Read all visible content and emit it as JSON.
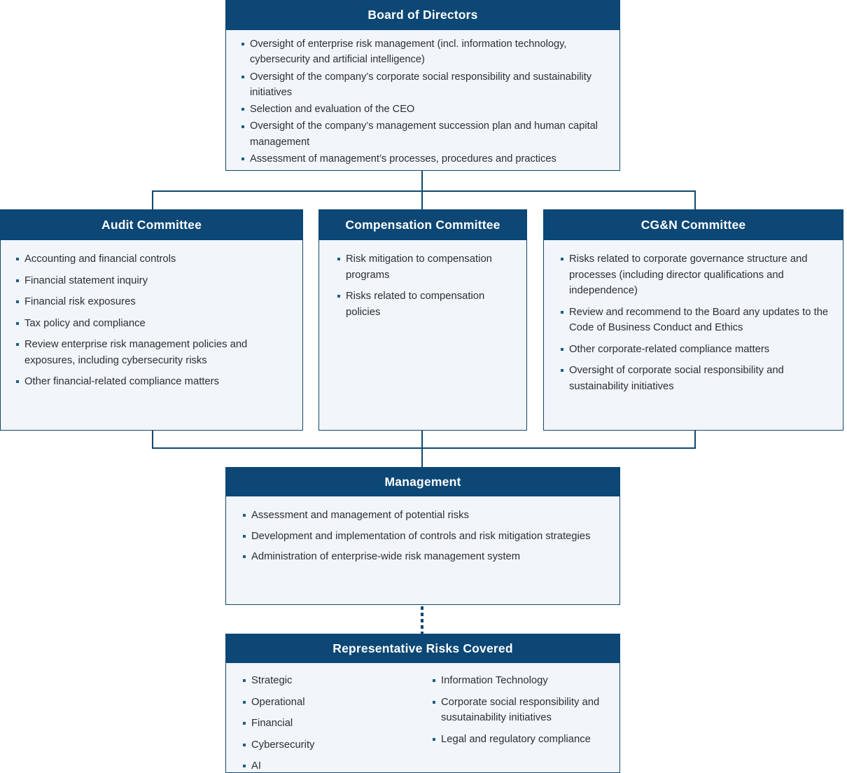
{
  "colors": {
    "header_blue": "#0c4775",
    "body_bg": "#f2f5fa",
    "border": "#12486f",
    "bullet": "#1b5f86",
    "text": "#2b2f33"
  },
  "board": {
    "title": "Board of Directors",
    "items": [
      "Oversight of enterprise risk management (incl. information technology, cybersecurity and artificial intelligence)",
      "Oversight of the company’s corporate social responsibility and sustainability initiatives",
      "Selection and evaluation of the CEO",
      "Oversight of the company’s management succession plan and human capital management",
      "Assessment of management’s processes, procedures and practices"
    ]
  },
  "audit": {
    "title": "Audit Committee",
    "items": [
      "Accounting and financial controls",
      "Financial statement inquiry",
      "Financial risk exposures",
      "Tax policy and compliance",
      "Review enterprise risk management policies and exposures, including cybersecurity risks",
      "Other financial-related compliance matters"
    ]
  },
  "compensation": {
    "title": "Compensation Committee",
    "items": [
      "Risk mitigation to compensation programs",
      "Risks related to compensation policies"
    ]
  },
  "cgn": {
    "title": "CG&N Committee",
    "items": [
      "Risks related to corporate governance structure and processes (including director qualifications and independence)",
      "Review and recommend to the Board any updates to the Code of Business Conduct and Ethics",
      "Other corporate-related compliance matters",
      "Oversight of corporate social responsibility and sustainability initiatives"
    ]
  },
  "management": {
    "title": "Management",
    "items": [
      "Assessment and management of potential risks",
      "Development and implementation of controls and risk mitigation strategies",
      "Administration of enterprise-wide risk management system"
    ]
  },
  "risks": {
    "title": "Representative Risks Covered",
    "column_left": [
      "Strategic",
      "Operational",
      "Financial",
      "Cybersecurity",
      "AI"
    ],
    "column_right": [
      "Information Technology",
      "Corporate social responsibility and susutainability initiatives",
      "Legal and regulatory compliance"
    ]
  }
}
